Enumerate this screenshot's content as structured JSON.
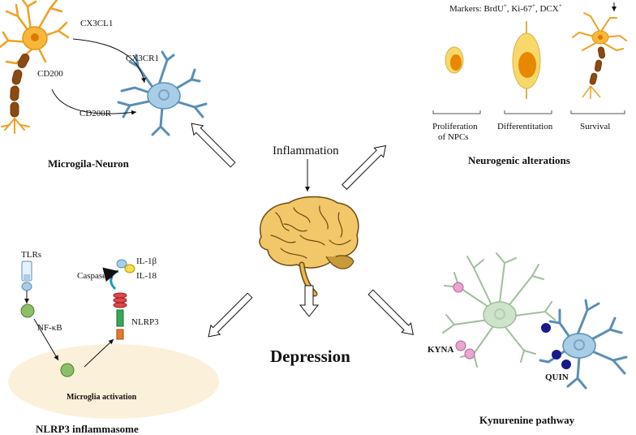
{
  "center": {
    "inflammation": "Inflammation",
    "depression": "Depression"
  },
  "microglia_neuron": {
    "title": "Microgila-Neuron",
    "cx3cl1": "CX3CL1",
    "cx3cr1": "CX3CR1",
    "cd200": "CD200",
    "cd200r": "CD200R"
  },
  "neurogenic": {
    "title": "Neurogenic alterations",
    "markers_prefix": "Markers: BrdU",
    "markers_ki67": ", Ki-67",
    "markers_dcx": ", DCX",
    "sup_plus": "+",
    "proliferation_line1": "Proliferation",
    "proliferation_line2": "of NPCs",
    "differentiation": "Differentitation",
    "survival": "Survival"
  },
  "nlrp3": {
    "title": "NLRP3 inflammasome",
    "tlrs": "TLRs",
    "nfkb": "NF-κB",
    "caspase": "Caspase-1",
    "il1b": "IL-1β",
    "il18": "IL-18",
    "nlrp3": "NLRP3",
    "activation": "Microglia activation"
  },
  "kynurenine": {
    "title": "Kynurenine pathway",
    "kyna": "KYNA",
    "quin": "QUIN"
  },
  "colors": {
    "neuron_orange": "#f0a020",
    "axon_brown": "#8a4a14",
    "microglia_blue": "#a9cde6",
    "microglia_stroke": "#5a8fb5",
    "astro_green": "#cfe2cc",
    "kyna_pink": "#e8a6cf",
    "quin_navy": "#1a1a8c",
    "activation_bg": "#fbf0da",
    "brain_fill": "#f2c769"
  }
}
